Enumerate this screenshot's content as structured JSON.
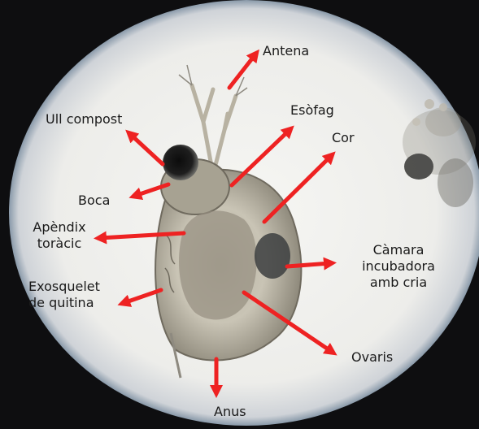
{
  "image": {
    "subject": "daphnia-micrograph",
    "arrow_color": "#ee2222",
    "vignette_color": "#0e0e10",
    "field_color": "#f3f3f0"
  },
  "labels": {
    "antena": "Antena",
    "ull_compost": "Ull compost",
    "esofag": "Esòfag",
    "cor": "Cor",
    "boca": "Boca",
    "apendix_l1": "Apèndix",
    "apendix_l2": "toràcic",
    "exosquelet_l1": "Exosquelet",
    "exosquelet_l2": "de quitina",
    "camara_l1": "Càmara",
    "camara_l2": "incubadora",
    "camara_l3": "amb cria",
    "ovaris": "Ovaris",
    "anus": "Anus"
  }
}
